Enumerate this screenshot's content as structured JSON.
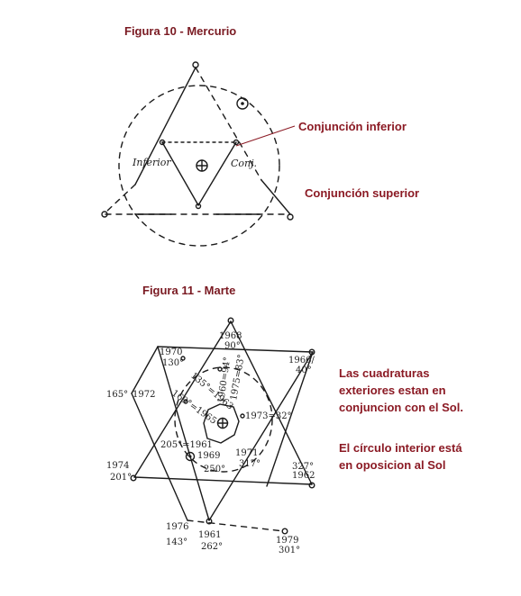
{
  "fig10": {
    "title": "Figura 10 - Mercurio",
    "label_inferior": "Inferior",
    "label_conj": "Conj.",
    "anno_inferior": "Conjunción inferior",
    "anno_superior": "Conjunción superior"
  },
  "fig11": {
    "title": "Figura 11 - Marte",
    "labels": {
      "y1968": "1968",
      "d90": "90°",
      "y1970": "1970",
      "d130": "130°",
      "y1966": "1966/",
      "d40": "40°",
      "d165": "165°",
      "y1972": "1972",
      "y1974": "1974",
      "d201": "201°",
      "d327": "327°",
      "y1962": "1962",
      "y1976": "1976",
      "d143": "143°",
      "y1961b": "1961",
      "d262": "262°",
      "y1979": "1979",
      "d301": "301°",
      "i1960": "1960=94°",
      "i1975": "1975=83°",
      "i1963": "135°=1963",
      "i1965": "169°=1965",
      "i1973": "1973=32°",
      "i1961": "205°=1961",
      "i1969": "1969",
      "i1971": "1971",
      "d317": "317°",
      "d250": "250°"
    },
    "anno_line1": "Las cuadraturas",
    "anno_line2": "exteriores estan en",
    "anno_line3": "conjuncion con el Sol.",
    "anno_line4": "El círculo interior está",
    "anno_line5": "en oposicion al Sol"
  }
}
